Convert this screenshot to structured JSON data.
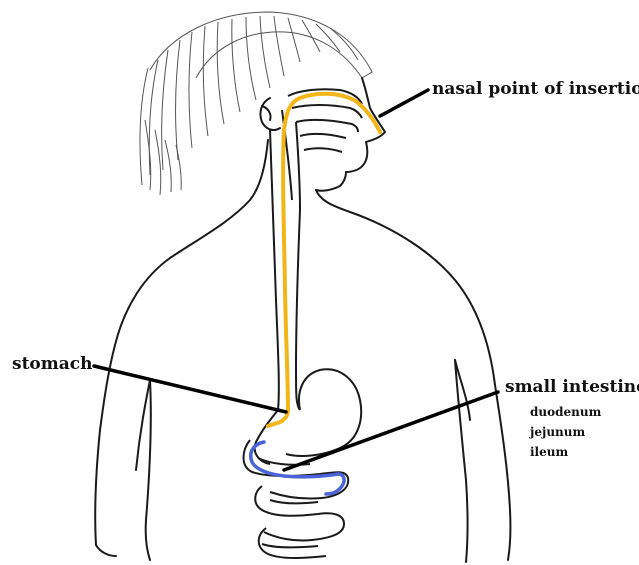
{
  "labels": {
    "nasal": "nasal point of insertion",
    "stomach": "stomach",
    "small_intestine": "small intestine",
    "sub_parts": [
      "duodenum",
      "jejunum",
      "ileum"
    ]
  },
  "colors": {
    "outline": "#1a1a1a",
    "hair": "#555555",
    "tube": "#f2b619",
    "intestine_tube": "#4a63d8",
    "pointer": "#000000",
    "background": "#ffffff"
  },
  "icons": {
    "figure": "human-torso-line-drawing"
  }
}
